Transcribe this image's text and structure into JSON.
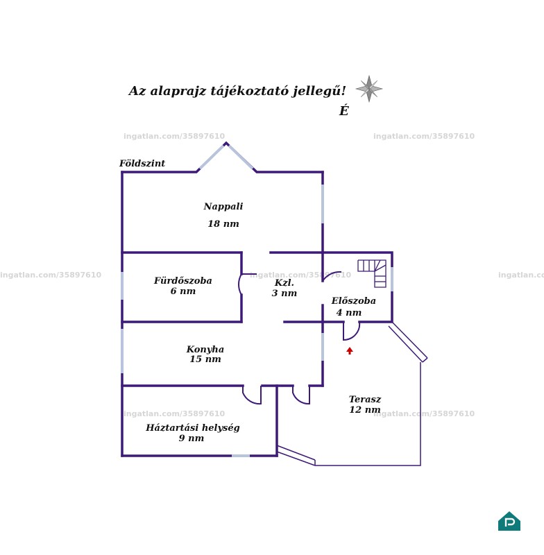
{
  "title": "Az alaprajz tájékoztató jellegű!",
  "north_label": "É",
  "floor_label": "Földszint",
  "rooms": [
    {
      "name": "Nappali",
      "area": "18 nm"
    },
    {
      "name": "Fürdőszoba",
      "area": "6 nm"
    },
    {
      "name": "Kzl.",
      "area": "3 nm"
    },
    {
      "name": "Előszoba",
      "area": "4 nm"
    },
    {
      "name": "Konyha",
      "area": "15 nm"
    },
    {
      "name": "Terasz",
      "area": "12 nm"
    },
    {
      "name": "Háztartási helység",
      "area": "9 nm"
    }
  ],
  "watermark": "ingatlan.com/35897610",
  "colors": {
    "wall": "#3d1a78",
    "window": "#b8c4dc",
    "entry_arrow": "#cc0000",
    "logo": "#0e7a7a"
  },
  "icons": {
    "compass": "compass-rose-icon",
    "entry": "entry-arrow-icon",
    "logo": "house-p-logo-icon",
    "stairs": "stairs-icon"
  }
}
